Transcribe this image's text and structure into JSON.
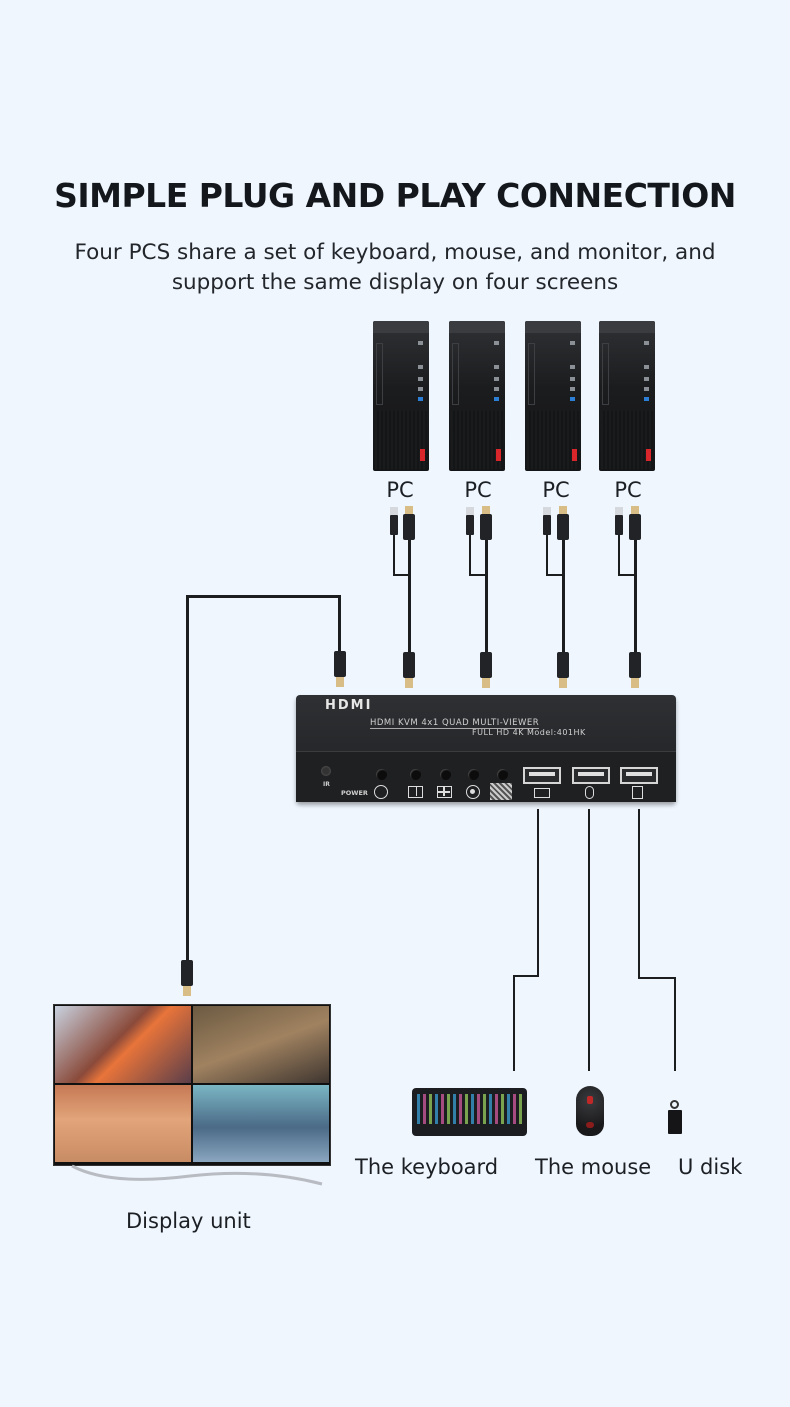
{
  "header": {
    "title": "SIMPLE PLUG AND PLAY CONNECTION",
    "subtitle_line1": "Four PCS share a set of keyboard, mouse, and monitor, and",
    "subtitle_line2": "support the same display on four screens"
  },
  "computers": [
    {
      "label": "PC",
      "icon": "desktop-tower-icon"
    },
    {
      "label": "PC",
      "icon": "desktop-tower-icon"
    },
    {
      "label": "PC",
      "icon": "desktop-tower-icon"
    },
    {
      "label": "PC",
      "icon": "desktop-tower-icon"
    }
  ],
  "kvm_switch": {
    "brand": "HDMI",
    "model_line1": "HDMI KVM 4x1 QUAD MULTI-VIEWER",
    "model_line2": "FULL HD 4K   Model:401HK",
    "power_label": "POWER",
    "ir_label": "IR",
    "buttons": [
      "switch-mode",
      "pip-layout",
      "quad-layout",
      "audio",
      "hotkey"
    ],
    "usb_ports": [
      "keyboard-port",
      "mouse-port",
      "usb-disk-port"
    ]
  },
  "peripherals": [
    {
      "label": "The keyboard",
      "icon": "keyboard-icon"
    },
    {
      "label": "The mouse",
      "icon": "mouse-icon"
    },
    {
      "label": "U disk",
      "icon": "usb-disk-icon"
    }
  ],
  "display": {
    "label": "Display unit",
    "icon": "monitor-icon",
    "quadrant_colors": [
      "#b75a3e",
      "#8a6b45",
      "#c9885a",
      "#6fa9b8"
    ]
  },
  "colors": {
    "background": "#eff6fe",
    "cable": "#1c1d1f",
    "connector_gold": "#d8be86",
    "device_body": "#25272a"
  }
}
